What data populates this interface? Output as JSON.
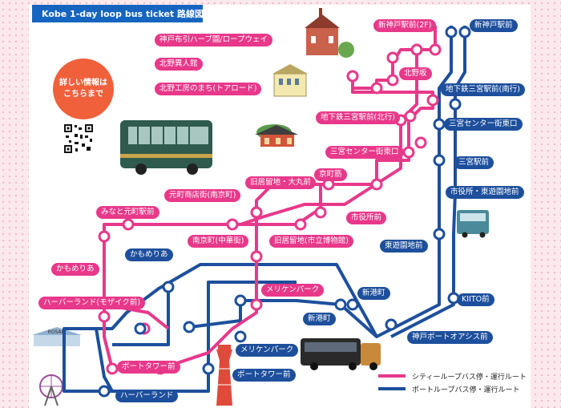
{
  "title": "Kobe 1-day loop bus ticket 路線図",
  "info_badge": "詳しい情報は\nこちらまで",
  "colors": {
    "city_route": "#e8388a",
    "port_route": "#1d4f9c",
    "badge": "#f0603a"
  },
  "city_stops": [
    {
      "id": "c1",
      "label": "新神戸駅前(2F)"
    },
    {
      "id": "c2",
      "label": "神戸布引ハーブ園/ロープウェイ"
    },
    {
      "id": "c3",
      "label": "北野異人館"
    },
    {
      "id": "c4",
      "label": "北野坂"
    },
    {
      "id": "c5",
      "label": "北野工房のまち(トアロード)"
    },
    {
      "id": "c6",
      "label": "地下鉄三宮駅前(北行)"
    },
    {
      "id": "c7",
      "label": "三宮センター街東口"
    },
    {
      "id": "c8",
      "label": "京町筋"
    },
    {
      "id": "c9",
      "label": "旧居留地・大丸前"
    },
    {
      "id": "c10",
      "label": "市役所前"
    },
    {
      "id": "c11",
      "label": "元町商店街(南京町)"
    },
    {
      "id": "c12",
      "label": "みなと元町駅前"
    },
    {
      "id": "c13",
      "label": "南京町(中華街)"
    },
    {
      "id": "c14",
      "label": "旧居留地(市立博物館)"
    },
    {
      "id": "c15",
      "label": "かもめりあ"
    },
    {
      "id": "c16",
      "label": "メリケンパーク"
    },
    {
      "id": "c17",
      "label": "ハーバーランド(モザイク前)"
    },
    {
      "id": "c18",
      "label": "ポートタワー前"
    }
  ],
  "port_stops": [
    {
      "id": "p1",
      "label": "新神戸駅前"
    },
    {
      "id": "p2",
      "label": "地下鉄三宮駅前(南行)"
    },
    {
      "id": "p3",
      "label": "三宮センター街東口"
    },
    {
      "id": "p4",
      "label": "三宮駅前"
    },
    {
      "id": "p5",
      "label": "市役所・東遊園地前"
    },
    {
      "id": "p6",
      "label": "東遊園地前"
    },
    {
      "id": "p7",
      "label": "KIITO前"
    },
    {
      "id": "p8",
      "label": "新港町"
    },
    {
      "id": "p9",
      "label": "神戸ポートオアシス前"
    },
    {
      "id": "p10",
      "label": "かもめりあ"
    },
    {
      "id": "p11",
      "label": "メリケンパーク"
    },
    {
      "id": "p12",
      "label": "ポートタワー前"
    },
    {
      "id": "p13",
      "label": "ハーバーランド"
    }
  ],
  "extra_labels": {
    "shinko_cho_2": "新港町"
  },
  "legend": {
    "city": "シティーループバス停・運行ルート",
    "port": "ポートループバス停・運行ルート"
  },
  "illustrations": {
    "rosaic": "ROSAIC"
  }
}
